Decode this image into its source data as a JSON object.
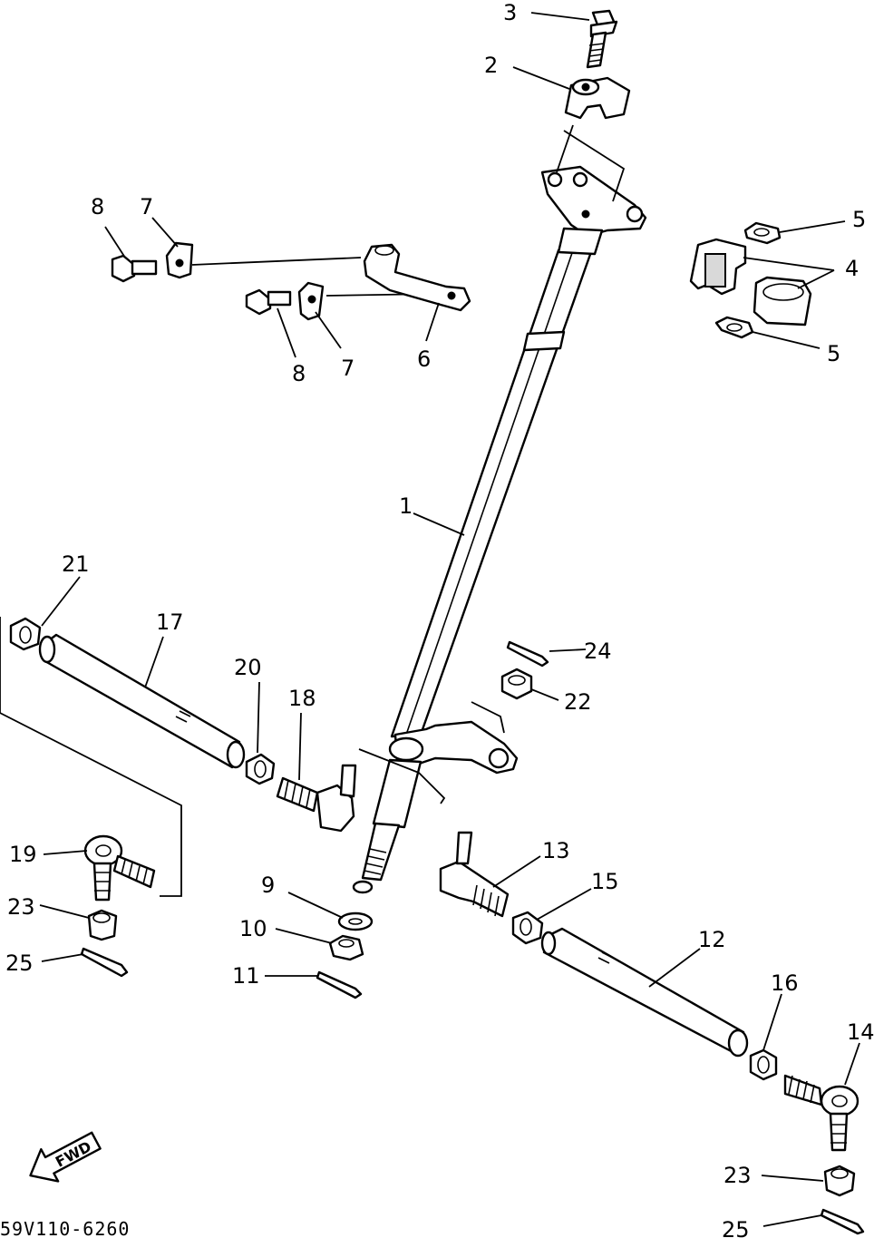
{
  "diagram": {
    "code": "59V110-6260",
    "fwd_label": "FWD",
    "labels": {
      "p1": "1",
      "p2": "2",
      "p3": "3",
      "p4": "4",
      "p5a": "5",
      "p5b": "5",
      "p6": "6",
      "p7a": "7",
      "p7b": "7",
      "p8a": "8",
      "p8b": "8",
      "p9": "9",
      "p10": "10",
      "p11": "11",
      "p12": "12",
      "p13": "13",
      "p14": "14",
      "p15": "15",
      "p16": "16",
      "p17": "17",
      "p18": "18",
      "p19": "19",
      "p20": "20",
      "p21": "21",
      "p22": "22",
      "p23a": "23",
      "p23b": "23",
      "p24": "24",
      "p25a": "25",
      "p25b": "25"
    }
  }
}
